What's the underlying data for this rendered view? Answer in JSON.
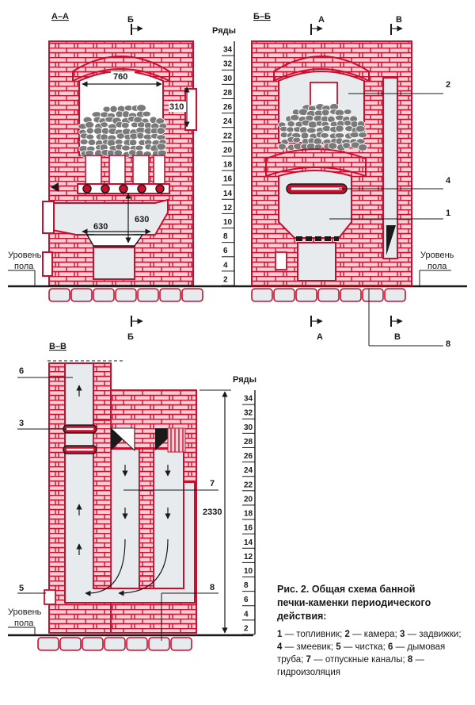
{
  "sections": {
    "aa": "А–А",
    "bb": "Б–Б",
    "vv": "В–В"
  },
  "cut_marks": {
    "b": "Б",
    "a": "А",
    "v": "В"
  },
  "rows_label": "Ряды",
  "row_numbers": [
    "34",
    "32",
    "30",
    "28",
    "26",
    "24",
    "22",
    "20",
    "18",
    "16",
    "14",
    "12",
    "10",
    "8",
    "6",
    "4",
    "2"
  ],
  "dimensions": {
    "d760": "760",
    "d310": "310",
    "d630": "630",
    "d2330": "2330"
  },
  "floor_level": {
    "line1": "Уровень",
    "line2": "пола"
  },
  "callouts": {
    "c1": "1",
    "c2": "2",
    "c3": "3",
    "c4": "4",
    "c5": "5",
    "c6": "6",
    "c7": "7",
    "c8": "8"
  },
  "caption": {
    "title_line1": "Рис. 2. Общая схема банной",
    "title_line2": "печки-каменки периодического",
    "title_line3": "действия:",
    "legend": [
      {
        "num": "1",
        "text": " — топливник; "
      },
      {
        "num": "2",
        "text": " — камера; "
      },
      {
        "num": "3",
        "text": " — задвижки; "
      },
      {
        "num": "4",
        "text": " — змеевик; "
      },
      {
        "num": "5",
        "text": " — чист­ка; "
      },
      {
        "num": "6",
        "text": " — дымовая труба; "
      },
      {
        "num": "7",
        "text": " — отпуск­ные каналы; "
      },
      {
        "num": "8",
        "text": " — гидроизоляция"
      }
    ]
  },
  "colors": {
    "brick": "#f4cfd6",
    "mortar": "#c8102e",
    "cavity": "#e8ebee",
    "stone": "#7a7a7a",
    "line": "#1a1a1a"
  }
}
